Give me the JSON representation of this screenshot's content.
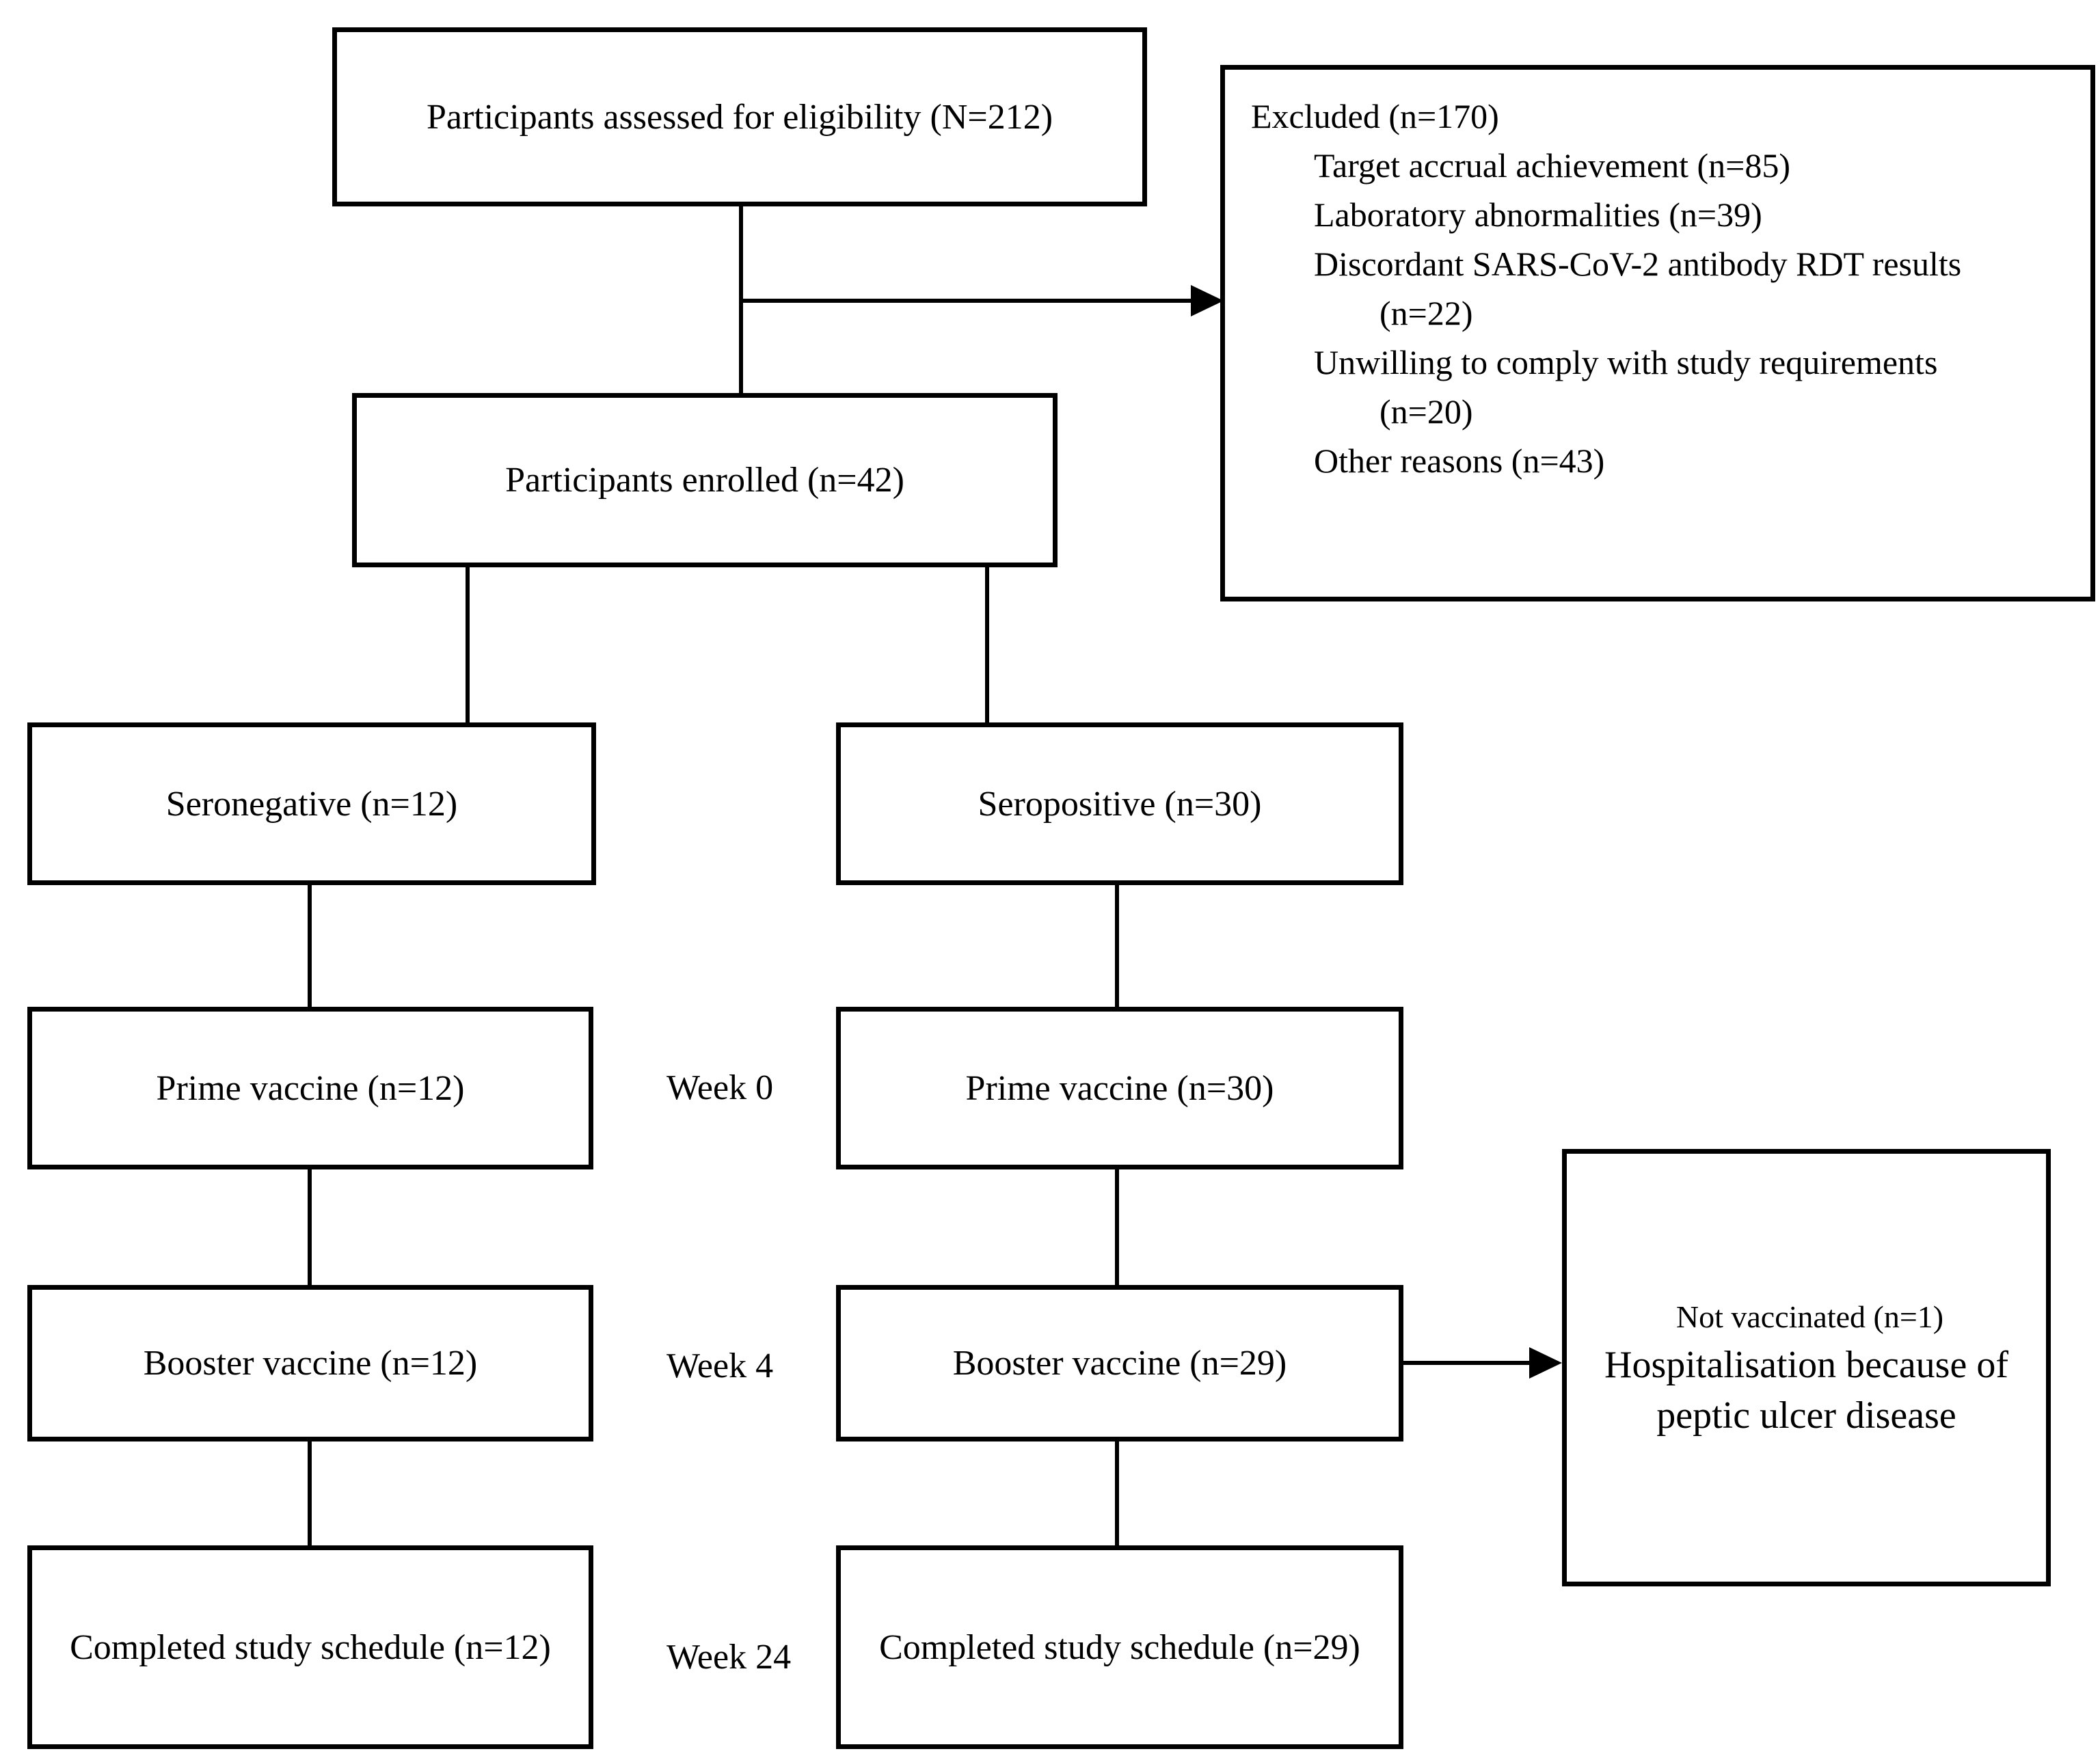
{
  "colors": {
    "background": "#ffffff",
    "line": "#000000",
    "text": "#000000"
  },
  "flow": {
    "assessed": {
      "label": "Participants assessed for eligibility (N=212)"
    },
    "excluded": {
      "lines": [
        {
          "text": "Excluded (n=170)",
          "indent": 0
        },
        {
          "text": "Target accrual achievement (n=85)",
          "indent": 1
        },
        {
          "text": "Laboratory abnormalities (n=39)",
          "indent": 1
        },
        {
          "text": "Discordant SARS-CoV-2 antibody RDT results",
          "indent": 1
        },
        {
          "text": "(n=22)",
          "indent": 2
        },
        {
          "text": "Unwilling to comply with study requirements",
          "indent": 1
        },
        {
          "text": "(n=20)",
          "indent": 2
        },
        {
          "text": "Other reasons (n=43)",
          "indent": 1
        }
      ]
    },
    "enrolled": {
      "label": "Participants enrolled (n=42)"
    },
    "arms": {
      "seronegative": {
        "group": "Seronegative (n=12)",
        "prime": "Prime vaccine (n=12)",
        "booster": "Booster vaccine (n=12)",
        "completed": "Completed study schedule (n=12)"
      },
      "seropositive": {
        "group": "Seropositive (n=30)",
        "prime": "Prime vaccine (n=30)",
        "booster": "Booster vaccine (n=29)",
        "completed": "Completed study schedule (n=29)"
      }
    },
    "not_vaccinated": {
      "line1": "Not vaccinated (n=1)",
      "line2": "Hospitalisation because of",
      "line3": "peptic ulcer disease"
    },
    "timeline": [
      {
        "label": "Week 0"
      },
      {
        "label": "Week 4"
      },
      {
        "label": "Week 24"
      }
    ]
  }
}
